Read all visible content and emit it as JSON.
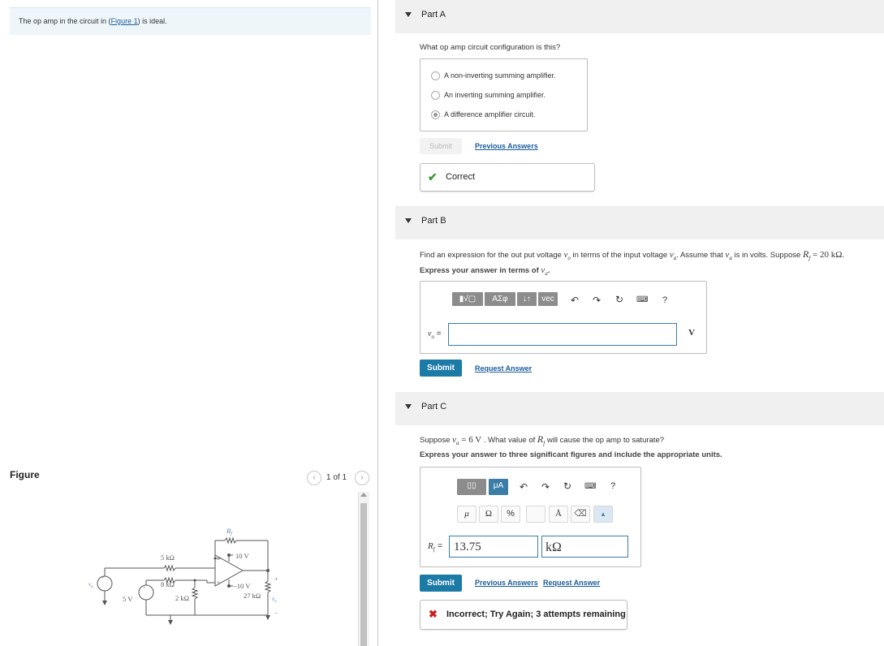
{
  "left": {
    "intro_prefix": "The op amp in the circuit in (",
    "intro_link": "Figure 1",
    "intro_suffix": ") is ideal.",
    "figure_label": "Figure",
    "pager": "1 of 1",
    "circuit": {
      "rf": "R",
      "rf_sub": "f",
      "r1": "5 kΩ",
      "r2": "8 kΩ",
      "r3": "2 kΩ",
      "r4": "27 kΩ",
      "pos_supply": "10 V",
      "neg_supply": "−10 V",
      "source_va": "v",
      "source_va_sub": "a",
      "source_5v": "5 V",
      "output_v": "v",
      "output_v_sub": "o"
    }
  },
  "part_a": {
    "title": "Part A",
    "question": "What op amp circuit configuration is this?",
    "choices": [
      {
        "label": "A non-inverting summing amplifier.",
        "selected": false
      },
      {
        "label": "An inverting summing amplifier.",
        "selected": false
      },
      {
        "label": "A difference amplifier circuit.",
        "selected": true
      }
    ],
    "submit": "Submit",
    "previous_answers": "Previous Answers",
    "feedback": "Correct"
  },
  "part_b": {
    "title": "Part B",
    "question_1": "Find an expression for the out put voltage ",
    "question_vo": "v",
    "question_vo_sub": "o",
    "question_2": " in terms of the input voltage ",
    "question_va": "v",
    "question_va_sub": "a",
    "question_3": ". Assume that ",
    "question_4": " is in volts. Suppose ",
    "question_rf": "R",
    "question_rf_sub": "f",
    "question_5": " = 20 kΩ.",
    "express": "Express your answer in terms of ",
    "toolbar": {
      "t1": "▮√▢",
      "t2": "ΑΣφ",
      "t3": "↓↑",
      "t4": "vec",
      "help": "?"
    },
    "answer_label": "v",
    "answer_label_sub": "o",
    "answer_eq": " =",
    "answer_value": "",
    "unit": "V",
    "submit": "Submit",
    "request_answer": "Request Answer"
  },
  "part_c": {
    "title": "Part C",
    "question_1": "Suppose ",
    "question_va": "v",
    "question_va_sub": "a",
    "question_2": " = 6  V",
    "question_3": " . What value of ",
    "question_rf": "R",
    "question_rf_sub": "f",
    "question_4": " will cause the op amp to saturate?",
    "express": "Express your answer to three significant figures and include the appropriate units.",
    "toolbar": {
      "t1": "▯▯",
      "t2": "μA",
      "help": "?",
      "mu": "μ",
      "omega": "Ω",
      "percent": "%",
      "angstrom": "Å"
    },
    "answer_label": "R",
    "answer_label_sub": "f",
    "answer_eq": " =",
    "answer_value": "13.75",
    "answer_unit": "kΩ",
    "submit": "Submit",
    "previous_answers": "Previous Answers",
    "request_answer": "Request Answer",
    "feedback": "Incorrect; Try Again; 3 attempts remaining"
  }
}
